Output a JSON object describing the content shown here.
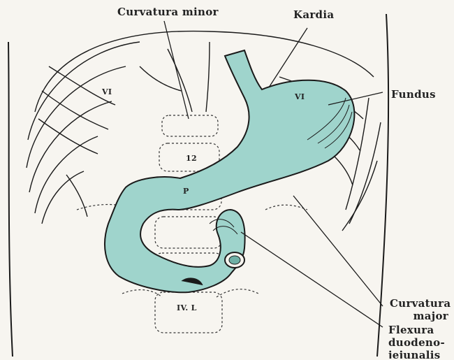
{
  "labels": {
    "curvatura_minor": "Curvatura minor",
    "kardia": "Kardia",
    "fundus": "Fundus",
    "curvatura_major": [
      "Curvatura",
      "major"
    ],
    "flexura": [
      "Flexura",
      "duodeno-",
      "jejunalis"
    ]
  },
  "markers": {
    "rib_left": "VI",
    "rib_right": "VI",
    "vertebra_thoracic": "12",
    "pylorus": "P",
    "vertebra_lumbar": "IV. L"
  },
  "colors": {
    "organ_fill": "#9fd4cc",
    "line": "#1a1a1a",
    "background": "#f7f5f0"
  }
}
